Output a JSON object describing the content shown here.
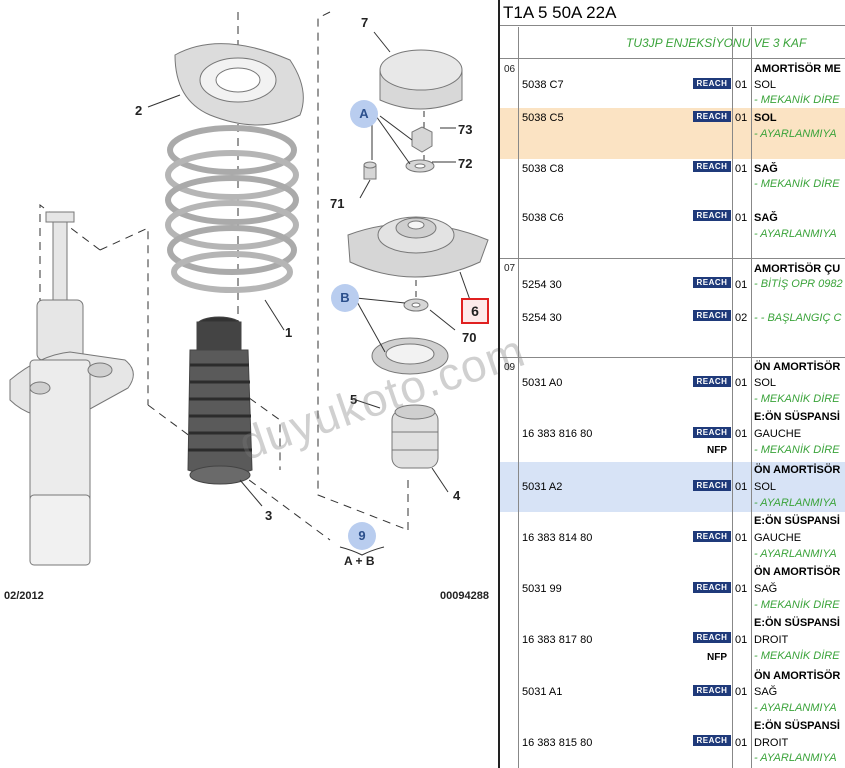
{
  "diagram": {
    "callouts": [
      "1",
      "2",
      "3",
      "4",
      "5",
      "6",
      "7",
      "70",
      "71",
      "72",
      "73"
    ],
    "badges": {
      "a": "A",
      "b": "B",
      "nine": "9",
      "ab": "A + B"
    },
    "date_code": "02/2012",
    "image_code": "00094288",
    "watermark": "duyukoto.com"
  },
  "table": {
    "title": "T1A 5 50A 22A",
    "subheader": "TU3JP ENJEKSİYONU VE 3 KAF",
    "reach_label": "REACH",
    "groups": [
      {
        "num": "06"
      },
      {
        "num": "07"
      },
      {
        "num": "09"
      }
    ],
    "rows": [
      {
        "ref": "5038 C7",
        "qty": "01",
        "line1": "AMORTİSÖR ME",
        "line2": "SOL",
        "line3": "- MEKANİK DİRE"
      },
      {
        "ref": "5038 C5",
        "qty": "01",
        "line1": "SOL",
        "line2": "- AYARLANMIYA"
      },
      {
        "ref": "5038 C8",
        "qty": "01",
        "line1": "SAĞ",
        "line2": "- MEKANİK DİRE"
      },
      {
        "ref": "5038 C6",
        "qty": "01",
        "line1": "SAĞ",
        "line2": "- AYARLANMIYA"
      },
      {
        "ref": "5254 30",
        "qty": "01",
        "line1": "AMORTİSÖR ÇU",
        "line2": "- BİTİŞ OPR 0982"
      },
      {
        "ref": "5254 30",
        "qty": "02",
        "line1": "- - BAŞLANGIÇ C"
      },
      {
        "ref": "5031 A0",
        "qty": "01",
        "line1": "ÖN AMORTİSÖR",
        "line2": "SOL",
        "line3": "- MEKANİK DİRE"
      },
      {
        "ref": "16 383 816 80",
        "qty": "01",
        "nfp": "NFP",
        "line1": "E:ÖN SÜSPANSİ",
        "line2": "GAUCHE",
        "line3": "- MEKANİK DİRE"
      },
      {
        "ref": "5031 A2",
        "qty": "01",
        "line1": "ÖN AMORTİSÖR",
        "line2": "SOL",
        "line3": "- AYARLANMIYA"
      },
      {
        "ref": "16 383 814 80",
        "qty": "01",
        "line1": "E:ÖN SÜSPANSİ",
        "line2": "GAUCHE",
        "line3": "- AYARLANMIYA"
      },
      {
        "ref": "5031 99",
        "qty": "01",
        "line1": "ÖN AMORTİSÖR",
        "line2": "SAĞ",
        "line3": "- MEKANİK DİRE"
      },
      {
        "ref": "16 383 817 80",
        "qty": "01",
        "nfp": "NFP",
        "line1": "E:ÖN SÜSPANSİ",
        "line2": "DROIT",
        "line3": "- MEKANİK DİRE"
      },
      {
        "ref": "5031 A1",
        "qty": "01",
        "line1": "ÖN AMORTİSÖR",
        "line2": "SAĞ",
        "line3": "- AYARLANMIYA"
      },
      {
        "ref": "16 383 815 80",
        "qty": "01",
        "line1": "E:ÖN SÜSPANSİ",
        "line2": "DROIT",
        "line3": "- AYARLANMIYA"
      }
    ]
  }
}
